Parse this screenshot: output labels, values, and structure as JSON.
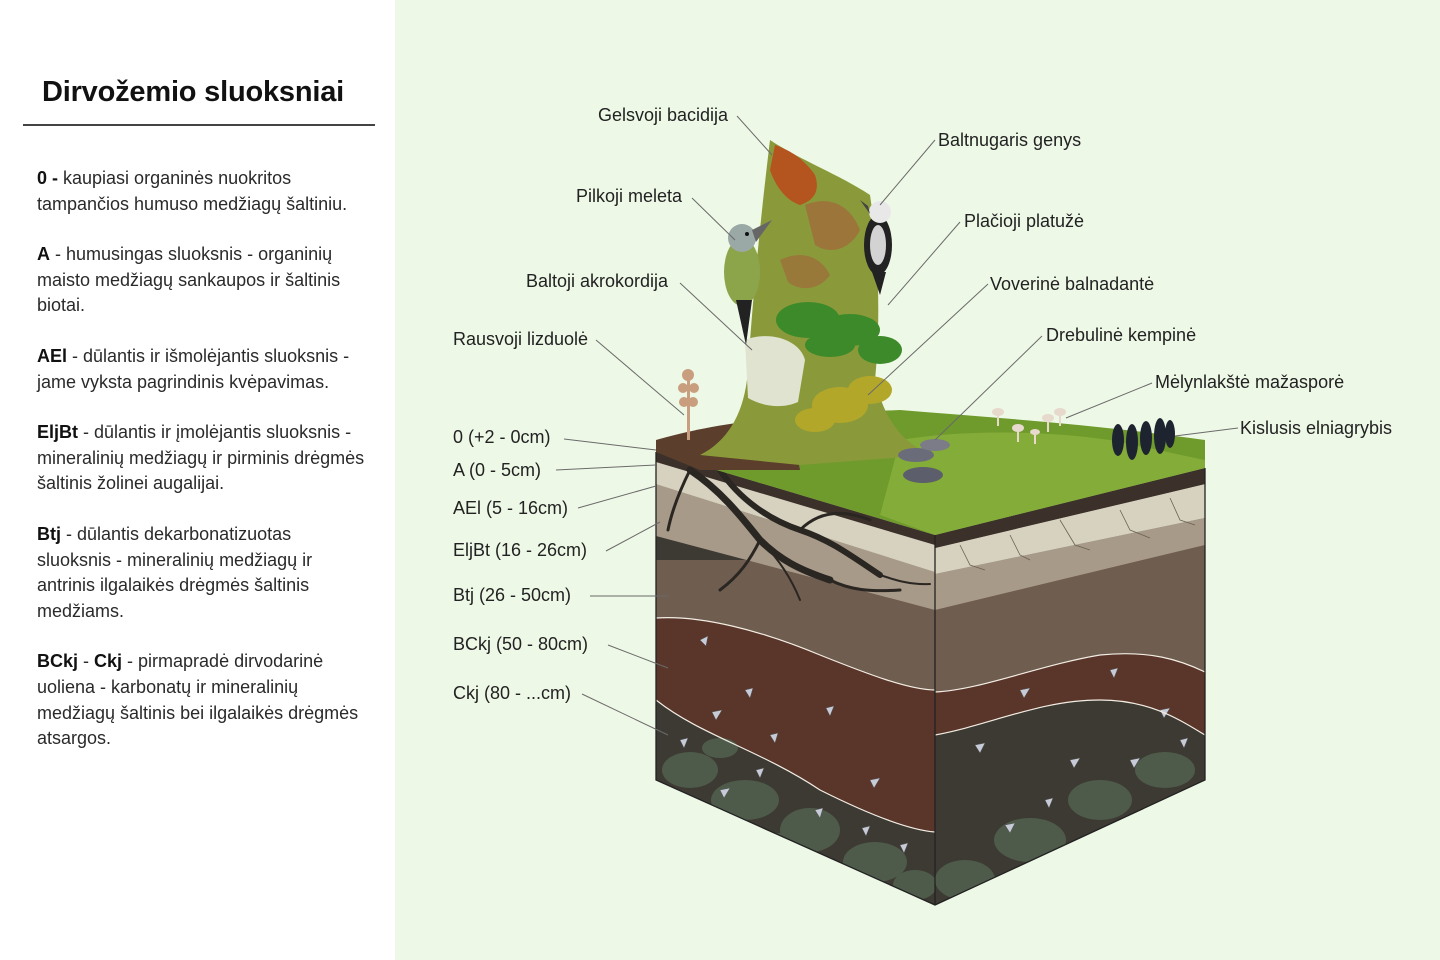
{
  "title": "Dirvožemio sluoksniai",
  "descriptions": [
    {
      "code": "0 -",
      "text": " kaupiasi organinės nuokritos tampančios humuso medžiagų šaltiniu."
    },
    {
      "code": "A",
      "text": " - humusingas sluoksnis - organinių maisto medžiagų sankaupos ir šaltinis biotai."
    },
    {
      "code": "AEl",
      "text": " - dūlantis ir išmolėjantis sluoksnis - jame vyksta pagrindinis kvėpavimas."
    },
    {
      "code": "EljBt",
      "text": " - dūlantis ir įmolėjantis sluoksnis - mineralinių medžiagų ir pirminis drėgmės šaltinis žolinei augalijai."
    },
    {
      "code": "Btj",
      "text": " - dūlantis dekarbonatizuotas sluoksnis - mineralinių medžiagų ir antrinis ilgalaikės drėgmės šaltinis medžiams."
    },
    {
      "code": "BCkj",
      "sep": " - ",
      "code2": "Ckj",
      "text": " - pirmapradė dirvodarinė uoliena - karbonatų ir mineralinių medžiagų šaltinis bei ilgalaikės drėgmės atsargos."
    }
  ],
  "species_labels": {
    "gelsvoji_bacidija": "Gelsvoji bacidija",
    "baltnugaris_genys": "Baltnugaris genys",
    "pilkoji_meleta": "Pilkoji meleta",
    "placioji_platuze": "Plačioji platužė",
    "baltoji_akrokordija": "Baltoji akrokordija",
    "voverine_balnadante": "Voverinė balnadantė",
    "rausvoji_lizduole": "Rausvoji lizduolė",
    "drebuline_kempine": "Drebulinė kempinė",
    "melynlakste_mazaspore": "Mėlynlakštė mažasporė",
    "kislusis_elniagrybis": "Kislusis elniagrybis"
  },
  "layer_labels": {
    "o": "0 (+2 - 0cm)",
    "a": "A (0 - 5cm)",
    "ael": "AEl (5 - 16cm)",
    "eljbt": "EljBt (16 - 26cm)",
    "btj": "Btj (26 - 50cm)",
    "bckj": "BCkj (50 - 80cm)",
    "ckj": "Ckj (80 - ...cm)"
  },
  "colors": {
    "panel_bg": "#ffffff",
    "diagram_bg": "#eef8e7",
    "moss": "#6f9a2c",
    "humus": "#3b302a",
    "ael_layer": "#d7d2c0",
    "eljbt_layer": "#a89a89",
    "btj_layer": "#6f5d4f",
    "bckj_layer": "#5a362a",
    "ckj_layer": "#3d3a33",
    "stone_green": "#4e5b4a",
    "leader_line": "#6a6a6a"
  }
}
